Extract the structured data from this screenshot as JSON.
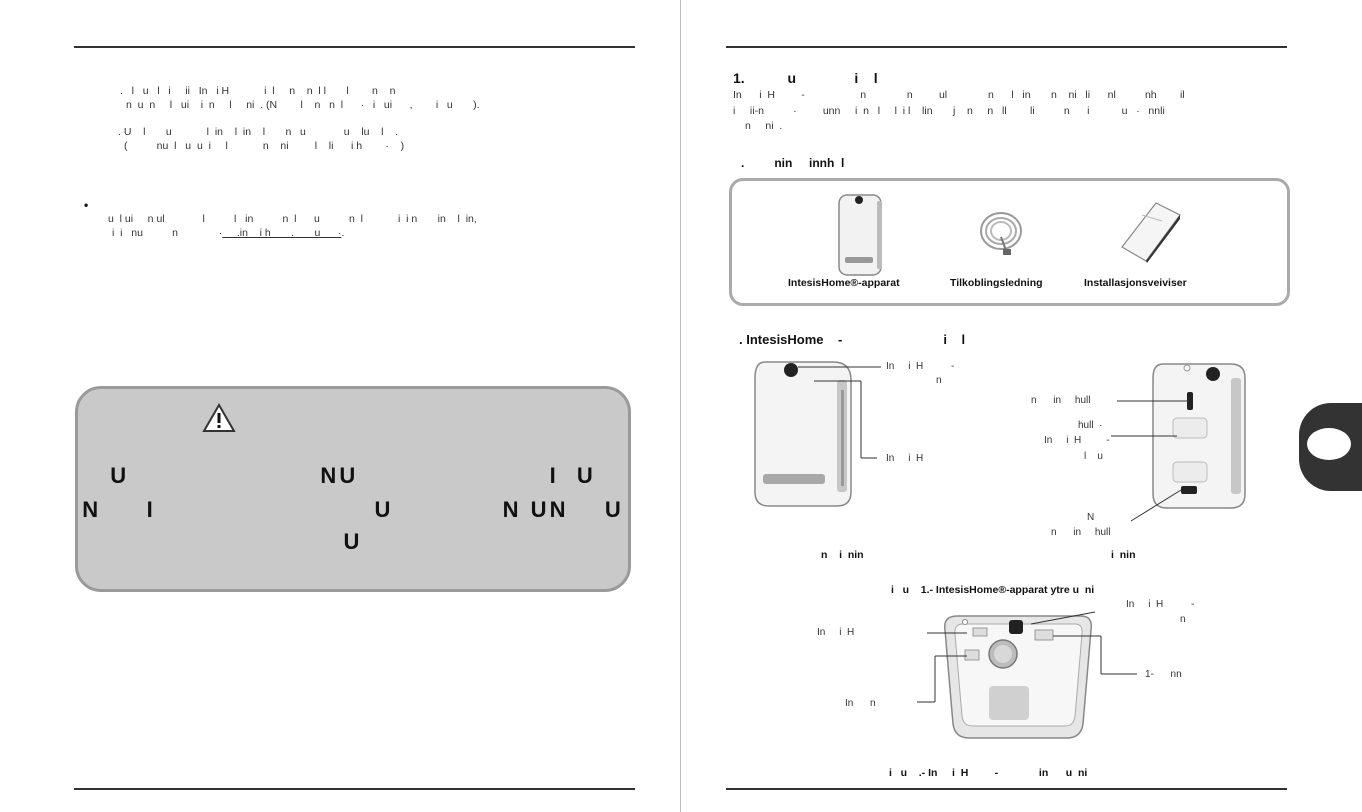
{
  "left": {
    "header": "",
    "para1": {
      "line1": ".   l   u   l   i     ii   In   i H            i  l     n    n  l l       l        n    n",
      "line2": "n  u  n     l   ui    i  n     l     ni  . (N        l    n   n  l      ·   i   ui      ,        i   u       )."
    },
    "para2": {
      "line1": ". U    l       u            l  in    l  in    l       n   u             u    lu    l    .",
      "line2": "(          nu  l   u  u  i     l            n    ni         l    li      i h        ·    )"
    },
    "bullet": "•",
    "para3": {
      "line1": "u  l ui     n ul             l          l   in          n  l      u          n  l            i  i n       in    l  in,",
      "line2": "i  i   nu          n              ·",
      "link": "     .in    i h       .       u      ·",
      "end": "."
    },
    "warning": {
      "title": "",
      "line1": "U                     NU                     I  U",
      "line2": "N     I                        U            N UN    U",
      "line3": "U"
    }
  },
  "right": {
    "header": "",
    "section_title": "1.           u               i    l",
    "intro": {
      "line1": "In      i  H         -                   n              n         ul              n      l   in       n    ni   li      nl          nh        il",
      "line2": "i     ii-n          ·         unn     i  n   l     l  i l    lin       j    n     n   ll        li          n      i           u   ·   nnli",
      "line3": "n     ni  ."
    },
    "contents_title": ".         nin     innh  l",
    "contents_items": [
      {
        "label": "IntesisHome®-apparat"
      },
      {
        "label": "Tilkoblingsledning"
      },
      {
        "label": "Installasjonsveiviser"
      }
    ],
    "device_title": ". IntesisHome    -                            i    l",
    "labels": {
      "top_button_a": "In     i  H          -",
      "top_button_b": "n",
      "front_logo": "In     i  H",
      "mount_hole": "n      in     hull",
      "hole2_a": "hull  ·",
      "hole2_b": "In     i  H         -",
      "hole2_c": "l    u",
      "bottom_hole_a": "N",
      "bottom_hole_b": "n      in     hull",
      "front_caption": "n    i  nin",
      "back_caption": "i  nin",
      "fig1": "i   u    1.- IntesisHome®-apparat ytre u  ni",
      "inner_top_a": "In     i  H          -",
      "inner_top_b": "n",
      "inner_left": "In     i  H",
      "inner_right": "1-      nn",
      "inner_bottom": "In      n",
      "fig2": "i   u    .- In     i  H         -              in      u  ni"
    }
  }
}
